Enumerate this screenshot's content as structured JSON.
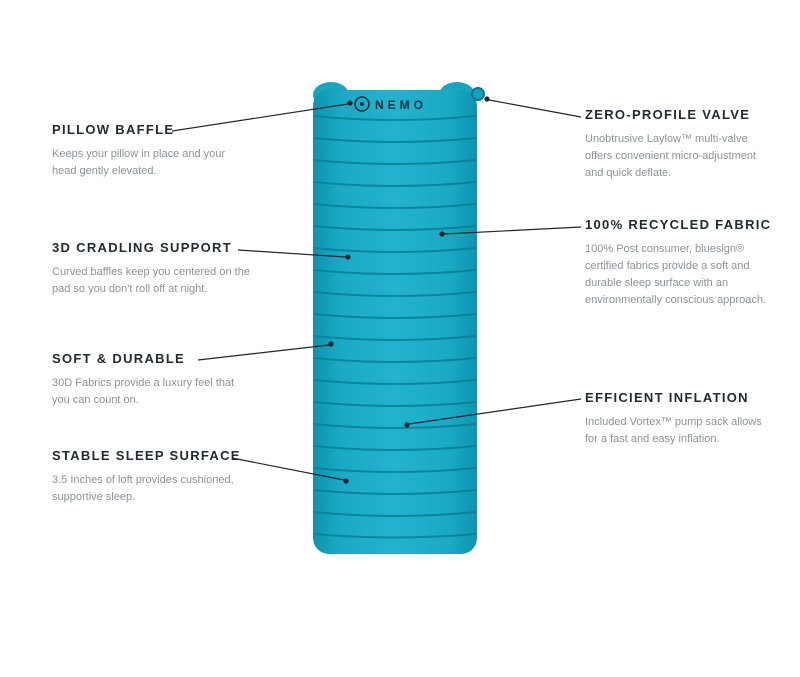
{
  "brand": {
    "logo_text": "NEMO"
  },
  "pad": {
    "color": "#1aabc6",
    "edge_color": "#0f93ae",
    "seam_color": "#0c7f99",
    "logo_color": "#173039"
  },
  "connector_color": "#20262b",
  "heading_color": "#222b33",
  "body_text_color": "#8b9299",
  "features_left": [
    {
      "title": "PILLOW BAFFLE",
      "description": "Keeps your pillow in place and your head gently elevated."
    },
    {
      "title": "3D CRADLING SUPPORT",
      "description": "Curved baffles keep you centered on the pad so you don't roll off at night."
    },
    {
      "title": "SOFT & DURABLE",
      "description": "30D Fabrics provide a luxury feel that you can count on."
    },
    {
      "title": "STABLE SLEEP SURFACE",
      "description": "3.5 Inches of loft provides cushioned, supportive sleep."
    }
  ],
  "features_right": [
    {
      "title": "ZERO-PROFILE VALVE",
      "description": "Unobtrusive Laylow™ multi-valve offers convenient micro-adjustment and quick deflate."
    },
    {
      "title": "100% RECYCLED FABRIC",
      "description": "100% Post consumer, bluesign® certified fabrics provide a soft and durable sleep surface with an environmentally conscious approach."
    },
    {
      "title": "EFFICIENT INFLATION",
      "description": "Included Vortex™ pump sack allows for a fast and easy inflation."
    }
  ]
}
